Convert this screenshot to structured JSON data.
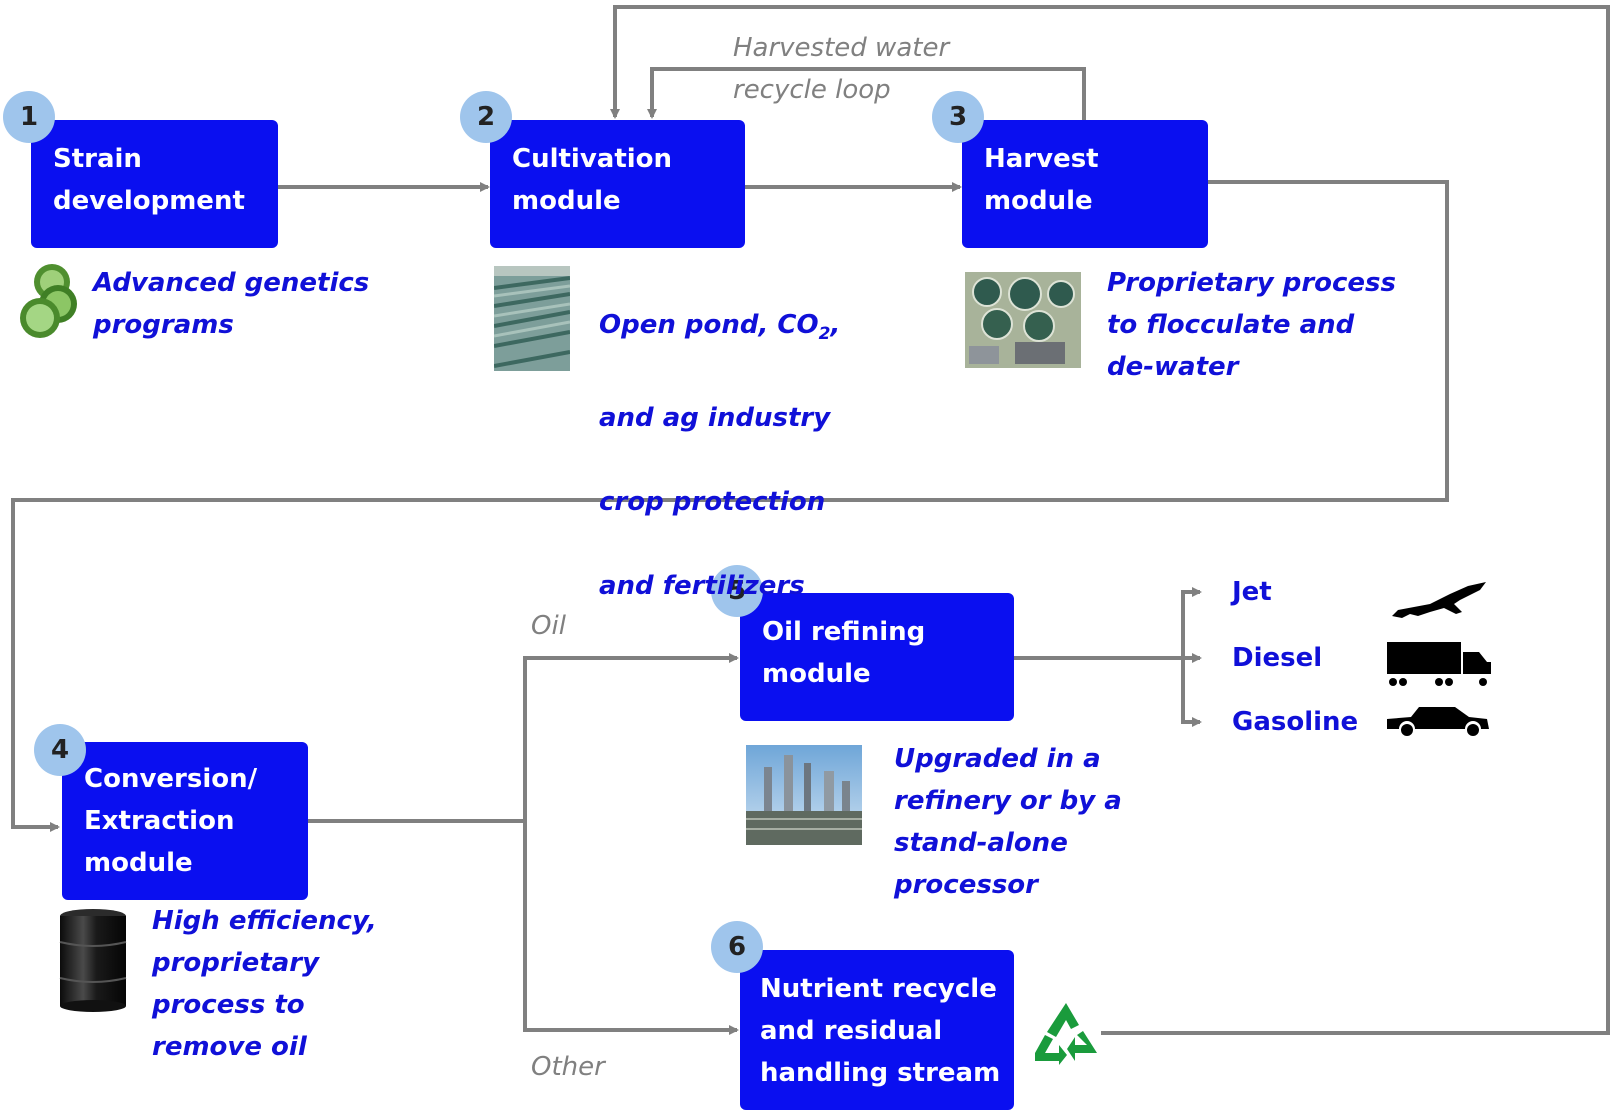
{
  "steps": [
    {
      "number": "1",
      "title": "Strain\ndevelopment",
      "description": "Advanced genetics\nprograms",
      "icon": "algae-cells-icon"
    },
    {
      "number": "2",
      "title": "Cultivation\nmodule",
      "description_parts": [
        "Open pond, CO",
        "2",
        ",",
        "and ag industry",
        "crop protection",
        "and fertilizers"
      ],
      "icon": "open-pond-photo"
    },
    {
      "number": "3",
      "title": "Harvest\nmodule",
      "description": "Proprietary process\nto flocculate and\nde-water",
      "icon": "harvest-facility-photo"
    },
    {
      "number": "4",
      "title": "Conversion/\nExtraction\nmodule",
      "description": "High efficiency,\nproprietary\nprocess to\nremove oil",
      "icon": "oil-barrel-icon"
    },
    {
      "number": "5",
      "title": "Oil refining\nmodule",
      "description": "Upgraded in a\nrefinery or by a\nstand-alone\nprocessor",
      "icon": "refinery-photo"
    },
    {
      "number": "6",
      "title": "Nutrient recycle\nand residual\nhandling stream",
      "icon": "recycle-icon"
    }
  ],
  "flow_labels": {
    "water_loop": "Harvested water\nrecycle loop",
    "oil": "Oil",
    "other": "Other"
  },
  "products": [
    {
      "label": "Jet",
      "icon": "airplane-icon"
    },
    {
      "label": "Diesel",
      "icon": "truck-icon"
    },
    {
      "label": "Gasoline",
      "icon": "car-icon"
    }
  ],
  "colors": {
    "box": "#0a0ff0",
    "badge": "#9fc5ec",
    "description": "#1010d8",
    "arrow": "#808080",
    "recycle": "#1a9b3c"
  }
}
